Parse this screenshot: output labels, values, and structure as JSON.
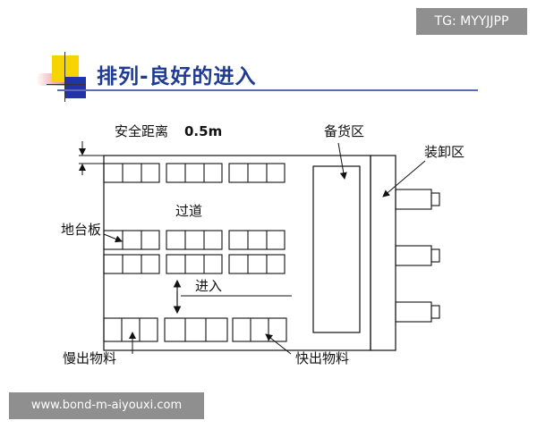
{
  "watermark_top": "TG: MYYJJPP",
  "watermark_bottom": "www.bond-m-aiyouxi.com",
  "slide_title": "排列-良好的进入",
  "labels": {
    "safety_distance": "安全距离",
    "safety_value": "0.5m",
    "storage_area": "备货区",
    "loading_area": "装卸区",
    "aisle": "过道",
    "pallet": "地台板",
    "entry": "进入",
    "slow_moving": "慢出物料",
    "fast_moving": "快出物料"
  },
  "colors": {
    "title": "#1f3a93",
    "deco_yellow": "#f5d400",
    "deco_blue": "#2233aa",
    "deco_red": "#e05050",
    "watermark_bg": "#8f8f8f"
  }
}
